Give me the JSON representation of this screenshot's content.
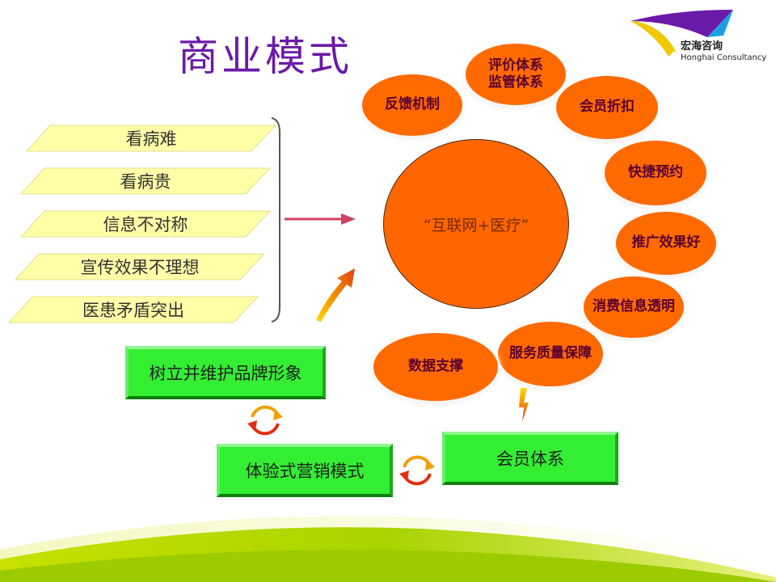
{
  "title": "商业模式",
  "logo": {
    "name": "宏海咨询",
    "subtitle": "Honghai Consultancy",
    "colors": [
      "#f0c800",
      "#6a1aa8",
      "#1aa0e0"
    ]
  },
  "problems": [
    "看病难",
    "看病贵",
    "信息不对称",
    "宣传效果不理想",
    "医患矛盾突出"
  ],
  "center": "“互联网+医疗”",
  "benefits": {
    "feedback": "反馈机制",
    "evaluation_line1": "评价体系",
    "evaluation_line2": "监管体系",
    "member_discount": "会员折扣",
    "booking": "快捷预约",
    "promotion": "推广效果好",
    "transparency": "消费信息透明",
    "service": "服务质量保障",
    "data": "数据支撑"
  },
  "measures": {
    "brand": "树立并维护品牌形象",
    "experience": "体验式营销模式",
    "membership": "会员体系"
  },
  "colors": {
    "title": "#6a1aa8",
    "oval": "#ff6a00",
    "oval_text": "#5a0030",
    "green": "#33ee33",
    "problem_fill": "#ffffa8"
  }
}
